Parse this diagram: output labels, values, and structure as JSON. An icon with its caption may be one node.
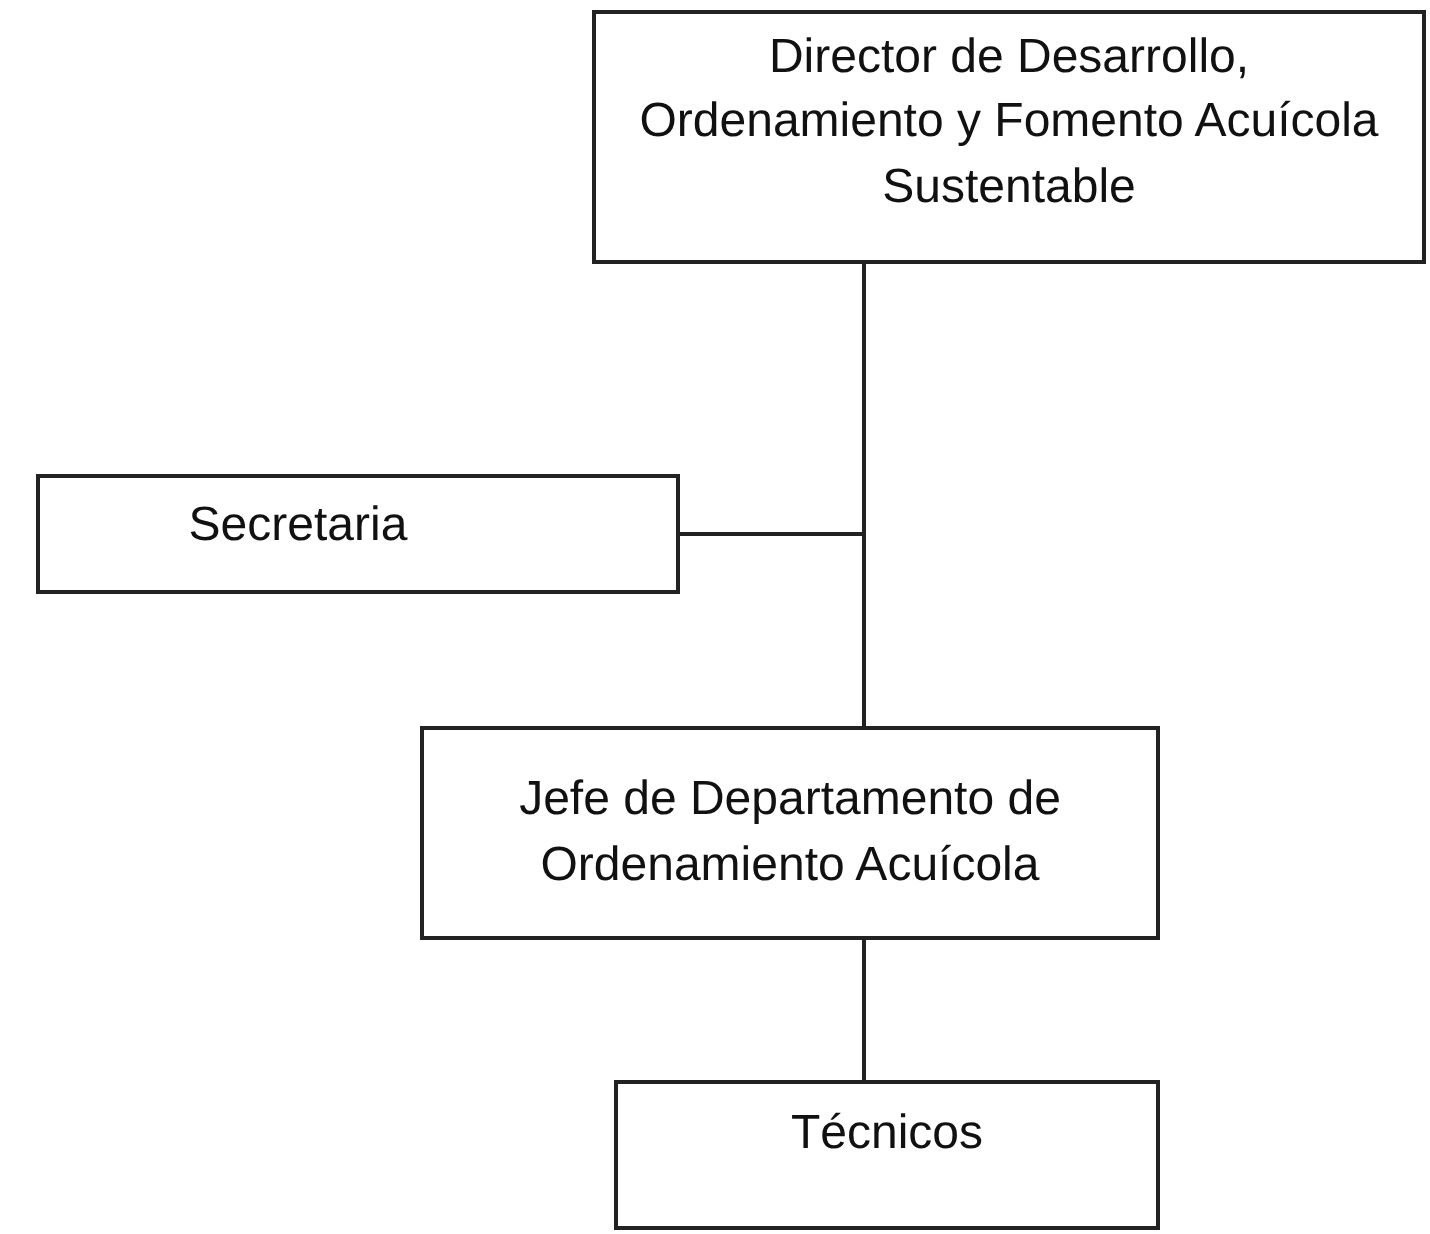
{
  "diagram": {
    "nodes": [
      {
        "text": [
          "Director de Desarrollo, Ordenamiento y Fomento Acuícola Sustentable"
        ]
      },
      {
        "text": [
          "Secretaria"
        ]
      },
      {
        "text": [
          "Jefe de Departamento de Ordenamiento Acuícola"
        ]
      },
      {
        "text": [
          "Técnicos"
        ]
      }
    ],
    "edges": [
      {
        "from": 0,
        "to": 2,
        "arrow": "none"
      },
      {
        "from": 1,
        "to": 0,
        "arrow": "none"
      },
      {
        "from": 2,
        "to": 3,
        "arrow": "none"
      }
    ]
  }
}
